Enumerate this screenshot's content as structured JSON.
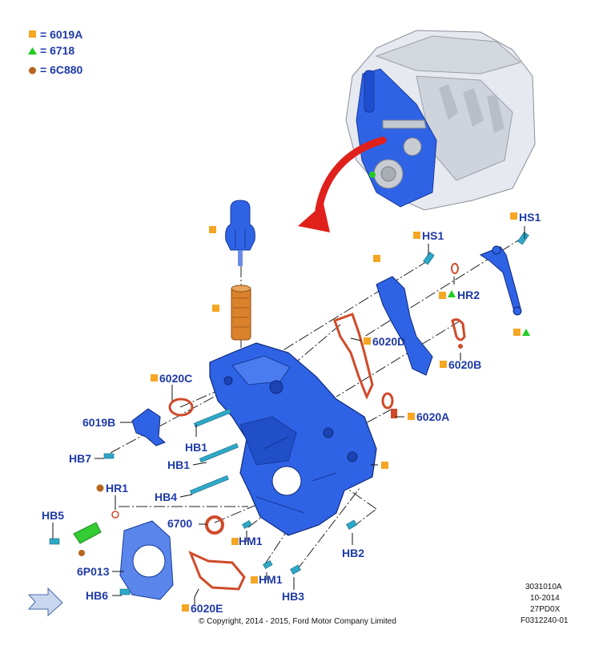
{
  "legend": [
    {
      "symbol": "square",
      "color": "#f5a623",
      "text": "= 6019A"
    },
    {
      "symbol": "triangle",
      "color": "#22cc22",
      "text": "= 6718"
    },
    {
      "symbol": "circle",
      "color": "#b5651d",
      "text": "= 6C880"
    }
  ],
  "colors": {
    "label": "#1f3aa8",
    "cover_blue": "#2f63e6",
    "gasket_red": "#d04a2a",
    "filter_orange": "#d9822b",
    "arrow_red": "#e0201a",
    "marker_orange": "#f5a623",
    "marker_green": "#22cc22",
    "marker_brown": "#b5651d"
  },
  "labels": {
    "hs1_a": "HS1",
    "hs1_b": "HS1",
    "hr2": "HR2",
    "p6020d": "6020D",
    "p6020b": "6020B",
    "p6020c": "6020C",
    "p6020a": "6020A",
    "p6019b": "6019B",
    "hb1_a": "HB1",
    "hb1_b": "HB1",
    "hb7": "HB7",
    "hr1": "HR1",
    "hb4": "HB4",
    "p6700": "6700",
    "hb5": "HB5",
    "hm1_a": "HM1",
    "hb2": "HB2",
    "p6p013": "6P013",
    "hm1_b": "HM1",
    "hb6": "HB6",
    "hb3": "HB3",
    "p6020e": "6020E"
  },
  "footer": {
    "copyright": "© Copyright, 2014 - 2015, Ford Motor Company Limited",
    "code1": "3031010A",
    "code2": "10-2014",
    "code3": "27PD0X",
    "code4": "F0312240-01"
  }
}
